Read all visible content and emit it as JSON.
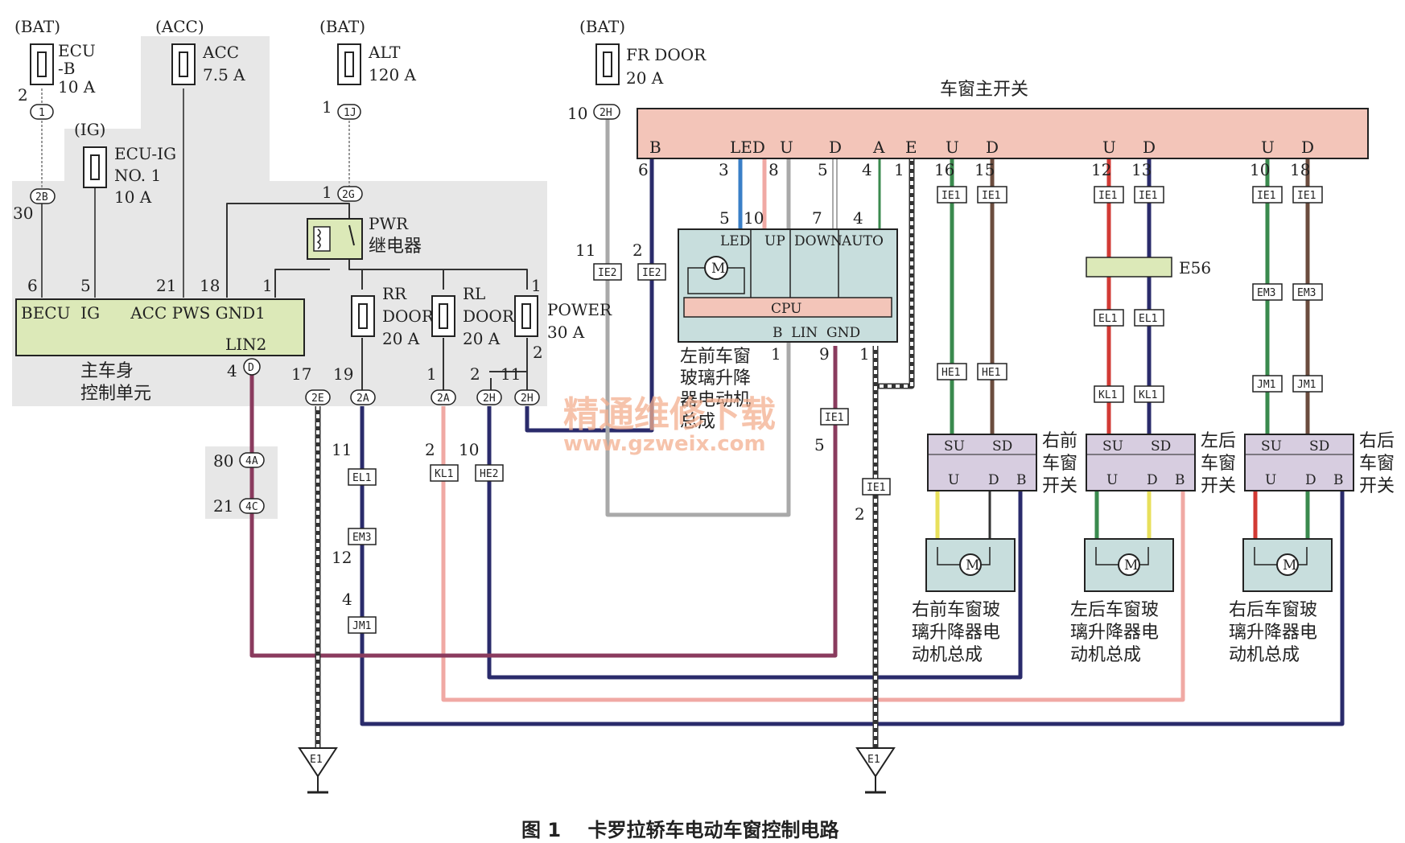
{
  "colors": {
    "pink_wire": "#f0a9a4",
    "navy_wire": "#2a2b6b",
    "purple_wire": "#8a3b5e",
    "gray_wire": "#a9a9a9",
    "green_wire": "#3a8a4e",
    "brown_wire": "#6b4c3e",
    "red_wire": "#d23a34",
    "yellow_wire": "#e8e05c",
    "blue_wire": "#3a7fc7",
    "gray_bg": "#e7e7e7",
    "unit_fill": "#dce9b8",
    "master_fill": "#f3c5b9",
    "motor_fill": "#c8dedd",
    "switch_fill": "#d7cde0"
  },
  "fuses": {
    "ecu_b": {
      "source": "(BAT)",
      "name1": "ECU",
      "name2": "-B",
      "rating": "10 A",
      "pin": "2",
      "conn": "1",
      "pin_b": "30",
      "conn_b": "2B"
    },
    "acc": {
      "source": "(ACC)",
      "name1": "ACC",
      "rating": "7.5 A"
    },
    "ecu_ig": {
      "source": "(IG)",
      "name1": "ECU-IG",
      "name2": "NO. 1",
      "rating": "10 A"
    },
    "alt": {
      "source": "(BAT)",
      "name1": "ALT",
      "rating": "120 A",
      "pin": "1",
      "conn": "1J",
      "pin_b": "1",
      "conn_b": "2G"
    },
    "fr_door": {
      "source": "(BAT)",
      "name1": "FR DOOR",
      "rating": "20 A",
      "pin": "10",
      "conn": "2H"
    },
    "rr_door": {
      "name1": "RR",
      "name2": "DOOR",
      "rating": "20 A"
    },
    "rl_door": {
      "name1": "RL",
      "name2": "DOOR",
      "rating": "20 A"
    },
    "power": {
      "name1": "POWER",
      "rating": "30 A",
      "pin_top": "1",
      "pin_bot": "2"
    }
  },
  "relay": {
    "name1": "PWR",
    "name2": "继电器"
  },
  "body_unit": {
    "label_line1": "主车身",
    "label_line2": "控制单元",
    "terminals": "BECU  IG      ACC PWS GND1",
    "lin": "LIN2",
    "pins": [
      "6",
      "5",
      "21",
      "18",
      "1"
    ],
    "lin_pin": "4",
    "lin_conn": "D"
  },
  "master_switch": {
    "title": "车窗主开关",
    "terminals": [
      "B",
      "LED",
      "U",
      "D",
      "A",
      "E",
      "U",
      "D",
      "U",
      "D",
      "U",
      "D"
    ],
    "pins": [
      "6",
      "3",
      "8",
      "5",
      "4",
      "1",
      "16",
      "15",
      "12",
      "13",
      "10",
      "18"
    ]
  },
  "front_left": {
    "label": [
      "左前车窗",
      "玻璃升降",
      "器电动机",
      "总成"
    ],
    "cells": [
      "LED",
      "UP",
      "DOWN",
      "AUTO"
    ],
    "top_pins": [
      "5",
      "10",
      "7",
      "4"
    ],
    "cpu": "CPU",
    "bottom": "B  LIN  GND",
    "bottom_pins": [
      "1",
      "9",
      "1"
    ],
    "conn_pin": "11",
    "conn_pin2": "2"
  },
  "connectors": {
    "ie1": "IE1",
    "ie2": "IE2",
    "he1": "HE1",
    "he2": "HE2",
    "kl1": "KL1",
    "el1": "EL1",
    "em3": "EM3",
    "jm1": "JM1",
    "e56": "E56",
    "c2e": "2E",
    "c2a": "2A",
    "c2h": "2H",
    "c4a": "4A",
    "c4c": "4C",
    "e1": "E1"
  },
  "pin_labels": {
    "p17": "17",
    "p19": "19",
    "p1": "1",
    "p2": "2",
    "p11": "11",
    "p10": "10",
    "p12": "12",
    "p4": "4",
    "p80": "80",
    "p21": "21",
    "p5": "5",
    "p3": "3",
    "p6": "6",
    "p7": "7",
    "p8": "8",
    "p13": "13",
    "p9": "9"
  },
  "switches": [
    {
      "label": [
        "右前",
        "车窗",
        "开关"
      ],
      "su": "SU",
      "sd": "SD",
      "u": "U",
      "d": "D",
      "b": "B"
    },
    {
      "label": [
        "左后",
        "车窗",
        "开关"
      ],
      "su": "SU",
      "sd": "SD",
      "u": "U",
      "d": "D",
      "b": "B"
    },
    {
      "label": [
        "右后",
        "车窗",
        "开关"
      ],
      "su": "SU",
      "sd": "SD",
      "u": "U",
      "d": "D",
      "b": "B"
    }
  ],
  "motors": [
    {
      "label": [
        "右前车窗玻",
        "璃升降器电",
        "动机总成"
      ]
    },
    {
      "label": [
        "左后车窗玻",
        "璃升降器电",
        "动机总成"
      ]
    },
    {
      "label": [
        "右后车窗玻",
        "璃升降器电",
        "动机总成"
      ]
    }
  ],
  "motor_symbol": "M",
  "watermark": {
    "line1": "精通维修下载",
    "line2": "www.gzweix.com"
  },
  "caption": "图 1    卡罗拉轿车电动车窗控制电路"
}
